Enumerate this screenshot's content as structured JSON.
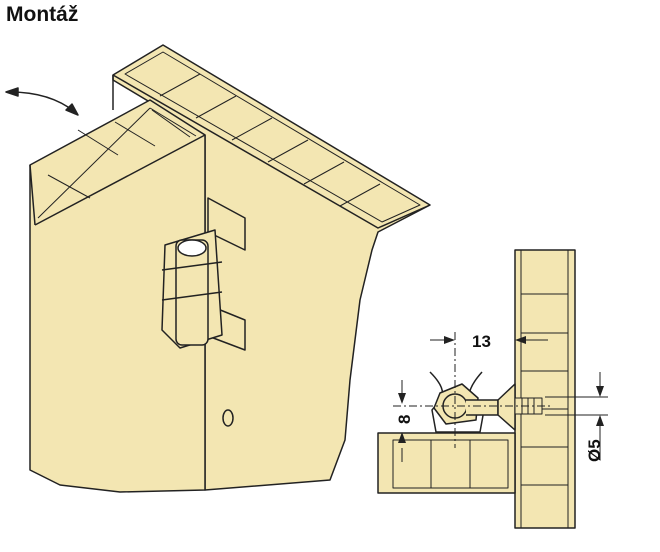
{
  "title": "Montáž",
  "dimensions": {
    "width": "13",
    "height": "8",
    "diameter": "Ø5"
  },
  "colors": {
    "wood": "#f3e6b2",
    "line": "#222222"
  }
}
